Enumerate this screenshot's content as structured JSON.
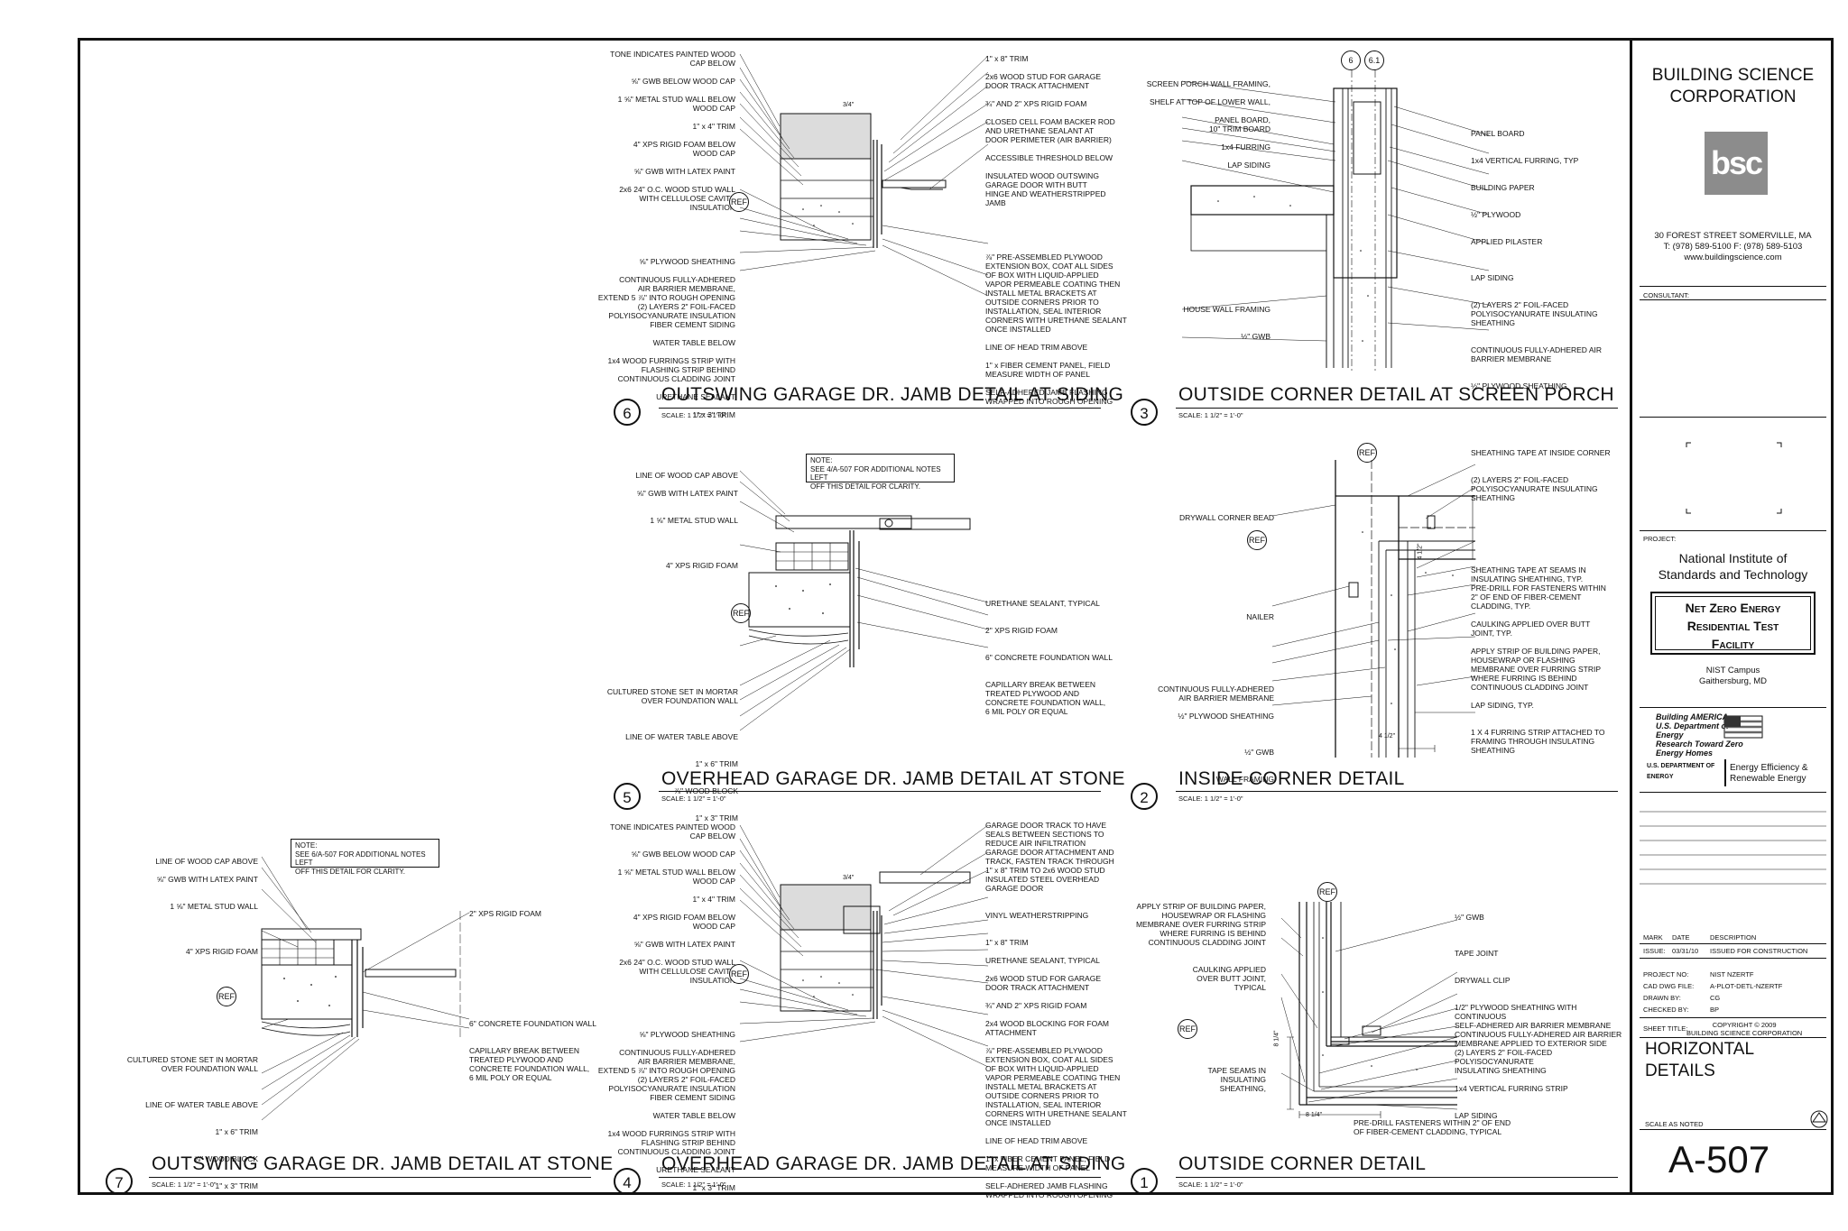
{
  "title_block": {
    "firm": "BUILDING SCIENCE\nCORPORATION",
    "logo_text": "bsc",
    "address": "30 FOREST STREET  SOMERVILLE, MA\nT: (978) 589-5100  F: (978) 589-5103\nwww.buildingscience.com",
    "consultant_label": "CONSULTANT:",
    "project_label": "PROJECT:",
    "project_name": "National Institute of\nStandards and Technology",
    "project_box": "Net Zero Energy\nResidential Test\nFacility",
    "campus": "NIST Campus\nGaithersburg, MD",
    "ba_logo": "Building AMERICA\nU.S. Department of Energy\nResearch Toward Zero Energy Homes",
    "doe_logo": "U.S. DEPARTMENT OF\nENERGY",
    "doe_tag": "Energy Efficiency &\nRenewable Energy",
    "rev_headers": {
      "mark": "MARK",
      "date": "DATE",
      "description": "DESCRIPTION"
    },
    "issue": {
      "label": "ISSUE:",
      "date": "03/31/10",
      "description": "ISSUED FOR CONSTRUCTION"
    },
    "project_no": {
      "label": "PROJECT NO:",
      "value": "NIST NZERTF"
    },
    "cad_file": {
      "label": "CAD DWG FILE:",
      "value": "A-PLOT-DETL-NZERTF"
    },
    "drawn_by": {
      "label": "DRAWN BY:",
      "value": "CG"
    },
    "checked_by": {
      "label": "CHECKED BY:",
      "value": "BP"
    },
    "copyright": "COPYRIGHT © 2009\nBUILDING SCIENCE CORPORATION",
    "sheet_title_label": "SHEET TITLE:",
    "sheet_title": "HORIZONTAL\nDETAILS",
    "scale_note": "SCALE AS NOTED",
    "sheet_number": "A-507"
  },
  "details": {
    "d6": {
      "number": "6",
      "title": "OUTSWING GARAGE DR. JAMB DETAIL AT SIDING",
      "scale": "SCALE: 1 1/2\" = 1'-0\"",
      "left_notes": "TONE INDICATES PAINTED WOOD\nCAP BELOW\n\n⅝\" GWB BELOW WOOD CAP\n\n1 ⅝\" METAL STUD WALL BELOW\nWOOD CAP\n\n1\" x 4\" TRIM\n\n4\" XPS RIGID FOAM BELOW\nWOOD CAP\n\n⅝\" GWB WITH LATEX PAINT\n\n2x6 24\" O.C. WOOD STUD WALL\nWITH CELLULOSE CAVITY\nINSULATION\n\n\n\n\n\n⅝\" PLYWOOD SHEATHING\n\nCONTINUOUS FULLY-ADHERED\nAIR BARRIER MEMBRANE,\nEXTEND 5 ⅞\" INTO ROUGH OPENING\n(2) LAYERS 2\" FOIL-FACED\nPOLYISOCYANURATE INSULATION\nFIBER CEMENT SIDING\n\nWATER TABLE BELOW\n\n1x4 WOOD FURRINGS STRIP WITH\nFLASHING STRIP BEHIND\nCONTINUOUS CLADDING JOINT\n\nURETHANE SEALANT\n\n1\" x 3\" TRIM",
      "right_notes": "1\" x 8\" TRIM\n\n2x6 WOOD STUD FOR GARAGE\nDOOR TRACK ATTACHMENT\n\n¾\" AND 2\" XPS RIGID FOAM\n\nCLOSED CELL FOAM BACKER ROD\nAND URETHANE SEALANT AT\nDOOR PERIMETER (AIR BARRIER)\n\nACCESSIBLE THRESHOLD BELOW\n\nINSULATED WOOD OUTSWING\nGARAGE DOOR WITH BUTT\nHINGE AND WEATHERSTRIPPED\nJAMB\n\n\n\n\n\n⅞\" PRE-ASSEMBLED PLYWOOD\nEXTENSION BOX, COAT ALL SIDES\nOF BOX WITH LIQUID-APPLIED\nVAPOR PERMEABLE COATING THEN\nINSTALL METAL BRACKETS AT\nOUTSIDE CORNERS PRIOR TO\nINSTALLATION, SEAL INTERIOR\nCORNERS WITH URETHANE SEALANT\nONCE INSTALLED\n\nLINE OF HEAD TRIM ABOVE\n\n1\" x FIBER CEMENT PANEL, FIELD\nMEASURE WIDTH OF PANEL\n\nSELF-ADHERED JAMB FLASHING\nWRAPPED INTO ROUGH OPENING",
      "ref": "REF",
      "dim": "3/4\""
    },
    "d3": {
      "number": "3",
      "title": "OUTSIDE CORNER DETAIL AT SCREEN PORCH",
      "scale": "SCALE: 1 1/2\" = 1'-0\"",
      "left_notes": "SCREEN PORCH WALL FRAMING,\n\nSHELF AT TOP OF LOWER WALL,\n\nPANEL BOARD,\n10\" TRIM BOARD\n\n1x4 FURRING\n\nLAP SIDING",
      "left_notes_b": "HOUSE WALL FRAMING\n\n\n½\" GWB",
      "right_notes": "PANEL BOARD\n\n\n1x4 VERTICAL FURRING, TYP\n\n\nBUILDING PAPER\n\n\n½\" PLYWOOD\n\n\nAPPLIED PILASTER\n\n\n\nLAP SIDING\n\n\n(2) LAYERS 2\" FOIL-FACED\nPOLYISOCYANURATE INSULATING\nSHEATHING\n\n\nCONTINUOUS FULLY-ADHERED AIR\nBARRIER MEMBRANE\n\n\n½\" PLYWOOD SHEATHING",
      "grid_a": "6",
      "grid_b": "6.1"
    },
    "d5": {
      "number": "5",
      "title": "OVERHEAD GARAGE DR. JAMB DETAIL AT STONE",
      "scale": "SCALE: 1 1/2\" = 1'-0\"",
      "note": "NOTE:\nSEE 4/A-507 FOR ADDITIONAL NOTES LEFT\nOFF THIS DETAIL FOR CLARITY.",
      "left_notes": "LINE OF WOOD CAP ABOVE\n\n⅝\" GWB WITH LATEX PAINT\n\n\n1 ⅝\" METAL STUD WALL\n\n\n\n\n4\" XPS RIGID FOAM\n\n\n\n\n\n\n\n\n\n\n\n\n\nCULTURED STONE SET IN MORTAR\nOVER FOUNDATION WALL\n\n\n\nLINE OF WATER TABLE ABOVE\n\n\n1\" x 6\" TRIM\n\n\n⅞\" WOOD BLOCK\n\n\n1\" x 3\" TRIM",
      "right_notes": "URETHANE SEALANT, TYPICAL\n\n\n2\" XPS RIGID FOAM\n\n\n6\" CONCRETE FOUNDATION WALL\n\n\nCAPILLARY BREAK BETWEEN\nTREATED PLYWOOD AND\nCONCRETE FOUNDATION WALL,\n6 MIL POLY OR EQUAL",
      "ref": "REF"
    },
    "d2": {
      "number": "2",
      "title": "INSIDE CORNER DETAIL",
      "scale": "SCALE: 1 1/2\" = 1'-0\"",
      "left_notes": "DRYWALL CORNER BEAD\n\n\n\n\n\n\n\n\n\n\nNAILER\n\n\n\n\n\n\n\nCONTINUOUS FULLY-ADHERED\nAIR BARRIER MEMBRANE\n\n½\" PLYWOOD SHEATHING\n\n\n\n½\" GWB\n\n\nWALL FRAMING",
      "right_notes": "SHEATHING TAPE AT INSIDE CORNER\n\n\n(2) LAYERS 2\" FOIL-FACED\nPOLYISOCYANURATE INSULATING\nSHEATHING\n\n\n\n\n\n\n\nSHEATHING TAPE AT SEAMS IN\nINSULATING SHEATHING, TYP.\nPRE-DRILL FOR FASTENERS WITHIN\n2\" OF END OF FIBER-CEMENT\nCLADDING, TYP.\n\nCAULKING APPLIED OVER BUTT\nJOINT, TYP.\n\nAPPLY STRIP OF BUILDING PAPER,\nHOUSEWRAP OR FLASHING\nMEMBRANE OVER FURRING STRIP\nWHERE FURRING IS BEHIND\nCONTINUOUS CLADDING JOINT\n\nLAP SIDING, TYP.\n\n\n1 X 4 FURRING STRIP ATTACHED TO\nFRAMING THROUGH INSULATING\nSHEATHING",
      "ref_top": "REF",
      "ref_left": "REF",
      "dim_a": "4 1/2\"",
      "dim_b": "4 1/2\""
    },
    "d7": {
      "number": "7",
      "title": "OUTSWING GARAGE DR. JAMB DETAIL AT STONE",
      "scale": "SCALE: 1 1/2\" = 1'-0\"",
      "note": "NOTE:\nSEE 6/A-507 FOR ADDITIONAL NOTES LEFT\nOFF THIS DETAIL FOR CLARITY.",
      "left_notes": "LINE OF WOOD CAP ABOVE\n\n⅝\" GWB WITH LATEX PAINT\n\n\n1 ⅝\" METAL STUD WALL\n\n\n\n\n4\" XPS RIGID FOAM\n\n\n\n\n\n\n\n\n\n\n\nCULTURED STONE SET IN MORTAR\nOVER FOUNDATION WALL\n\n\n\nLINE OF WATER TABLE ABOVE\n\n\n1\" x 6\" TRIM\n\n\n⅞\" WOOD BLOCK\n\n\n1\" x 3\" TRIM",
      "right_top": "2\" XPS RIGID FOAM",
      "right_notes": "6\" CONCRETE FOUNDATION WALL\n\n\nCAPILLARY BREAK BETWEEN\nTREATED PLYWOOD AND\nCONCRETE FOUNDATION WALL,\n6 MIL POLY OR EQUAL",
      "ref": "REF"
    },
    "d4": {
      "number": "4",
      "title": "OVERHEAD GARAGE DR. JAMB DETAIL AT SIDING",
      "scale": "SCALE: 1 1/2\" = 1'-0\"",
      "left_notes": "TONE INDICATES PAINTED WOOD\nCAP BELOW\n\n⅝\" GWB BELOW WOOD CAP\n\n1 ⅝\" METAL STUD WALL BELOW\nWOOD CAP\n\n1\" x 4\" TRIM\n\n4\" XPS RIGID FOAM BELOW\nWOOD CAP\n\n⅝\" GWB WITH LATEX PAINT\n\n2x6 24\" O.C. WOOD STUD WALL\nWITH CELLULOSE CAVITY\nINSULATION\n\n\n\n\n\n⅝\" PLYWOOD SHEATHING\n\nCONTINUOUS FULLY-ADHERED\nAIR BARRIER MEMBRANE,\nEXTEND 5 ⅞\" INTO ROUGH OPENING\n(2) LAYERS 2\" FOIL-FACED\nPOLYISOCYANURATE INSULATION\nFIBER CEMENT SIDING\n\nWATER TABLE BELOW\n\n1x4 WOOD FURRINGS STRIP WITH\nFLASHING STRIP BEHIND\nCONTINUOUS CLADDING JOINT\n\nURETHANE SEALANT\n\n1\" x 3\" TRIM",
      "right_notes": "GARAGE DOOR TRACK TO HAVE\nSEALS BETWEEN SECTIONS TO\nREDUCE AIR INFILTRATION\nGARAGE DOOR ATTACHMENT AND\nTRACK, FASTEN TRACK THROUGH\n1\" x 8\" TRIM TO 2x6 WOOD STUD\nINSULATED STEEL OVERHEAD\nGARAGE DOOR\n\n\nVINYL WEATHERSTRIPPING\n\n\n1\" x 8\" TRIM\n\nURETHANE SEALANT, TYPICAL\n\n2x6 WOOD STUD FOR GARAGE\nDOOR TRACK ATTACHMENT\n\n¾\" AND 2\" XPS RIGID FOAM\n\n2x4 WOOD BLOCKING FOR FOAM\nATTACHMENT\n\n⅞\" PRE-ASSEMBLED PLYWOOD\nEXTENSION BOX, COAT ALL SIDES\nOF BOX WITH LIQUID-APPLIED\nVAPOR PERMEABLE COATING THEN\nINSTALL METAL BRACKETS AT\nOUTSIDE CORNERS PRIOR TO\nINSTALLATION, SEAL INTERIOR\nCORNERS WITH URETHANE SEALANT\nONCE INSTALLED\n\nLINE OF HEAD TRIM ABOVE\n\n1\" x FIBER CEMENT PANEL, FIELD\nMEASURE WIDTH OF PANEL\n\nSELF-ADHERED JAMB FLASHING\nWRAPPED INTO ROUGH OPENING",
      "ref": "REF",
      "dim": "3/4\""
    },
    "d1": {
      "number": "1",
      "title": "OUTSIDE CORNER DETAIL",
      "scale": "SCALE: 1 1/2\" = 1'-0\"",
      "left_notes": "APPLY STRIP OF BUILDING PAPER,\nHOUSEWRAP OR FLASHING\nMEMBRANE OVER FURRING STRIP\nWHERE FURRING IS BEHIND\nCONTINUOUS CLADDING JOINT\n\n\nCAULKING APPLIED\nOVER BUTT JOINT,\nTYPICAL",
      "left_notes_b": "TAPE SEAMS IN\nINSULATING\nSHEATHING,",
      "right_notes": "½\" GWB\n\n\n\nTAPE JOINT\n\n\nDRYWALL CLIP\n\n\n1/2\" PLYWOOD SHEATHING WITH CONTINUOUS\nSELF-ADHERED AIR BARRIER MEMBRANE\nCONTINUOUS FULLY-ADHERED AIR BARRIER\nMEMBRANE APPLIED TO EXTERIOR SIDE\n(2) LAYERS 2\" FOIL-FACED\nPOLYISOCYANURATE\nINSULATING SHEATHING\n\n1x4 VERTICAL FURRING STRIP\n\n\nLAP SIDING",
      "bottom_note": "PRE-DRILL FASTENERS WITHIN 2\" OF END\nOF FIBER-CEMENT CLADDING, TYPICAL",
      "ref_top": "REF",
      "ref_left": "REF",
      "dim_a": "8 1/4\"",
      "dim_b": "8 1/4\""
    }
  }
}
